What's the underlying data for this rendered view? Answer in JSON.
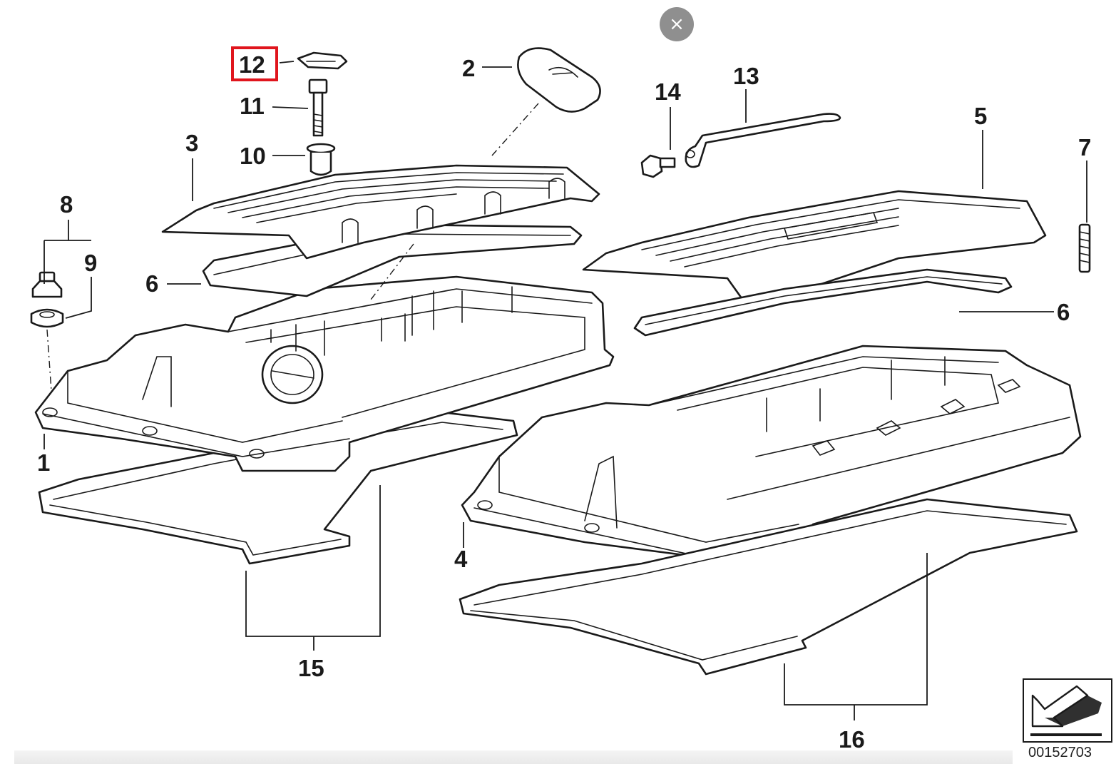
{
  "overlay": {
    "close_label": "×"
  },
  "diagram": {
    "document_number": "00152703",
    "highlighted_callout": "12",
    "highlight_color": "#e0151d",
    "callouts": [
      {
        "id": "1",
        "label": "1"
      },
      {
        "id": "2",
        "label": "2"
      },
      {
        "id": "3",
        "label": "3"
      },
      {
        "id": "4",
        "label": "4"
      },
      {
        "id": "5",
        "label": "5"
      },
      {
        "id": "6a",
        "label": "6"
      },
      {
        "id": "6b",
        "label": "6"
      },
      {
        "id": "7",
        "label": "7"
      },
      {
        "id": "8",
        "label": "8"
      },
      {
        "id": "9",
        "label": "9"
      },
      {
        "id": "10",
        "label": "10"
      },
      {
        "id": "11",
        "label": "11"
      },
      {
        "id": "12",
        "label": "12"
      },
      {
        "id": "13",
        "label": "13"
      },
      {
        "id": "14",
        "label": "14"
      },
      {
        "id": "15",
        "label": "15"
      },
      {
        "id": "16",
        "label": "16"
      }
    ]
  }
}
